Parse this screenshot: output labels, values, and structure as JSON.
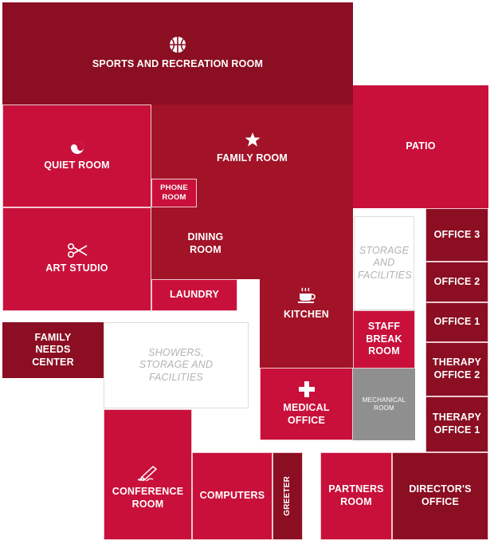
{
  "rooms": {
    "sports": "SPORTS AND RECREATION ROOM",
    "patio": "PATIO",
    "quiet_room": "QUIET ROOM",
    "family_room": "FAMILY ROOM",
    "phone_room": "PHONE ROOM",
    "dining_room": "DINING ROOM",
    "art_studio": "ART STUDIO",
    "laundry": "LAUNDRY",
    "kitchen": "KITCHEN",
    "storage_facilities": "STORAGE AND FACILITIES",
    "office_3": "OFFICE 3",
    "office_2": "OFFICE 2",
    "office_1": "OFFICE 1",
    "staff_break_room": "STAFF BREAK ROOM",
    "therapy_office_2": "THERAPY OFFICE 2",
    "therapy_office_1": "THERAPY OFFICE 1",
    "family_needs_center": "FAMILY NEEDS CENTER",
    "showers_storage": "SHOWERS, STORAGE AND FACILITIES",
    "medical_office": "MEDICAL OFFICE",
    "mechanical_room": "MECHANICAL ROOM",
    "conference_room": "CONFERENCE ROOM",
    "computers": "COMPUTERS",
    "greeter": "GREETER",
    "partners_room": "PARTNERS ROOM",
    "directors_office": "DIRECTOR'S OFFICE"
  },
  "icons": {
    "sports": "basketball-icon",
    "quiet_room": "yin-yang-icon",
    "family_room": "star-icon",
    "art_studio": "scissors-icon",
    "kitchen": "coffee-cup-icon",
    "medical_office": "medical-cross-icon",
    "conference_room": "pen-writing-icon"
  },
  "colors": {
    "dark": "#8b0e22",
    "mid": "#a21327",
    "bright": "#c8103b",
    "gray": "#8f8f8f"
  }
}
